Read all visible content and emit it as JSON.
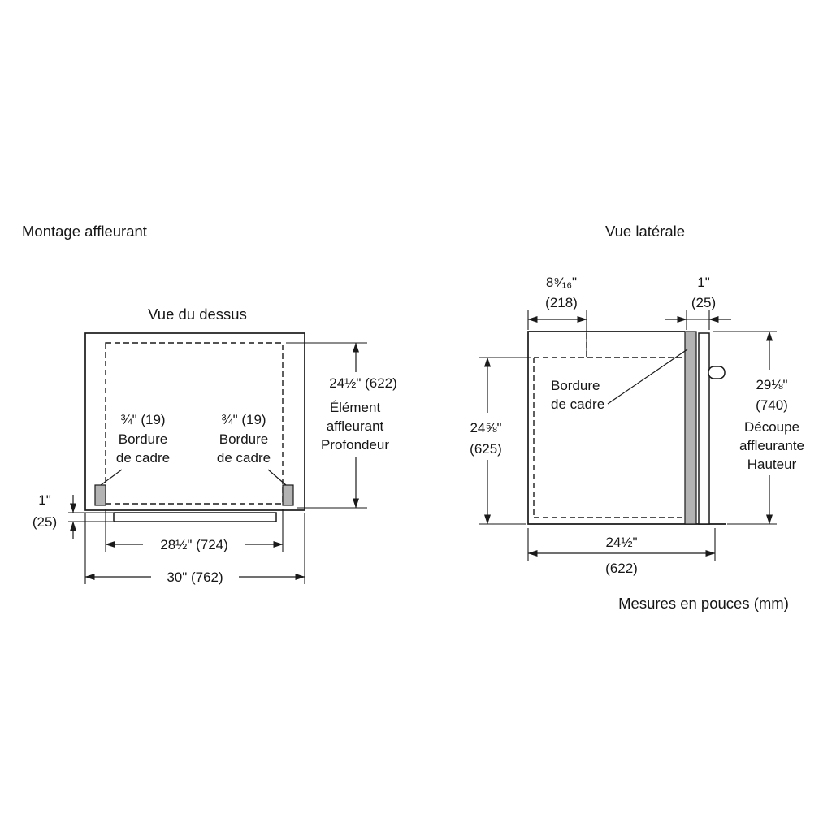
{
  "colors": {
    "background": "#ffffff",
    "line": "#1a1a1a",
    "frame_fill": "#b3b3b3"
  },
  "header": {
    "left_title": "Montage affleurant",
    "right_title": "Vue latérale"
  },
  "footer": {
    "units_note": "Mesures en pouces (mm)"
  },
  "top_view": {
    "title": "Vue du dessus",
    "front_thickness": {
      "line1": "1\"",
      "line2": "(25)"
    },
    "frame_left": {
      "dim": "¾\" (19)",
      "label1": "Bordure",
      "label2": "de cadre"
    },
    "frame_right": {
      "dim": "¾\" (19)",
      "label1": "Bordure",
      "label2": "de cadre"
    },
    "depth": {
      "dim": "24½\" (622)",
      "label1": "Élément",
      "label2": "affleurant",
      "label3": "Profondeur"
    },
    "opening_width": "28½\" (724)",
    "overall_width": "30\" (762)"
  },
  "side_view": {
    "top_inset": {
      "line1": "8⁹⁄₁₆\"",
      "line2": "(218)"
    },
    "door_thickness": {
      "line1": "1\"",
      "line2": "(25)"
    },
    "cavity_height": {
      "line1": "24⅝\"",
      "line2": "(625)"
    },
    "frame_label": {
      "line1": "Bordure",
      "line2": "de cadre"
    },
    "cutout_height": {
      "line1": "29⅛\"",
      "line2": "(740)",
      "label1": "Découpe",
      "label2": "affleurante",
      "label3": "Hauteur"
    },
    "total_depth": {
      "line1": "24½\"",
      "line2": "(622)"
    }
  }
}
